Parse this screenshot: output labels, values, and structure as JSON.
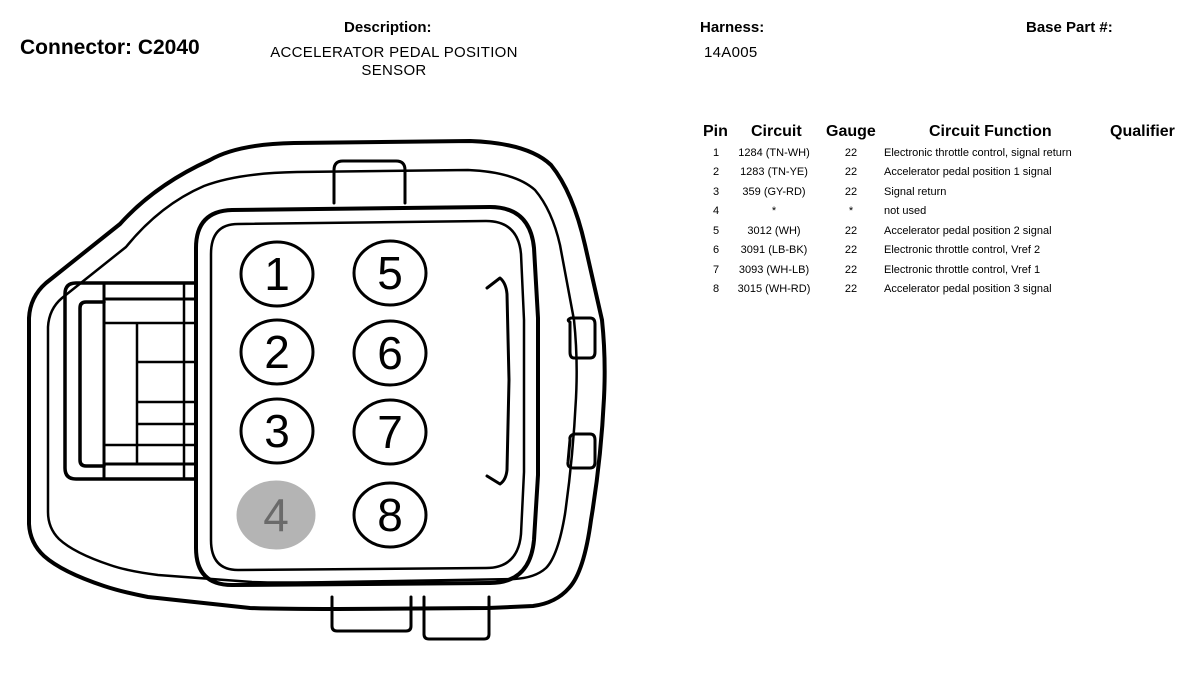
{
  "header": {
    "connector": "Connector: C2040",
    "description_label": "Description:",
    "description": "ACCELERATOR PEDAL POSITION SENSOR",
    "harness_label": "Harness:",
    "harness": "14A005",
    "base_part_label": "Base Part #:"
  },
  "table": {
    "headers": {
      "pin": "Pin",
      "circuit": "Circuit",
      "gauge": "Gauge",
      "function": "Circuit Function",
      "qualifier": "Qualifier"
    },
    "rows": [
      {
        "pin": "1",
        "circuit": "1284 (TN-WH)",
        "gauge": "22",
        "function": "Electronic throttle control, signal return"
      },
      {
        "pin": "2",
        "circuit": "1283 (TN-YE)",
        "gauge": "22",
        "function": "Accelerator pedal position 1 signal"
      },
      {
        "pin": "3",
        "circuit": "359 (GY-RD)",
        "gauge": "22",
        "function": "Signal return"
      },
      {
        "pin": "4",
        "circuit": "*",
        "gauge": "*",
        "function": "not used"
      },
      {
        "pin": "5",
        "circuit": "3012 (WH)",
        "gauge": "22",
        "function": "Accelerator pedal position 2 signal"
      },
      {
        "pin": "6",
        "circuit": "3091 (LB-BK)",
        "gauge": "22",
        "function": "Electronic throttle control, Vref 2"
      },
      {
        "pin": "7",
        "circuit": "3093 (WH-LB)",
        "gauge": "22",
        "function": "Electronic throttle control, Vref 1"
      },
      {
        "pin": "8",
        "circuit": "3015 (WH-RD)",
        "gauge": "22",
        "function": "Accelerator pedal position 3 signal"
      }
    ]
  },
  "diagram": {
    "pins": [
      "1",
      "2",
      "3",
      "4",
      "5",
      "6",
      "7",
      "8"
    ],
    "unused_pin": "4",
    "unused_fill": "#b4b4b4",
    "unused_text_color": "#6a6a6a"
  }
}
